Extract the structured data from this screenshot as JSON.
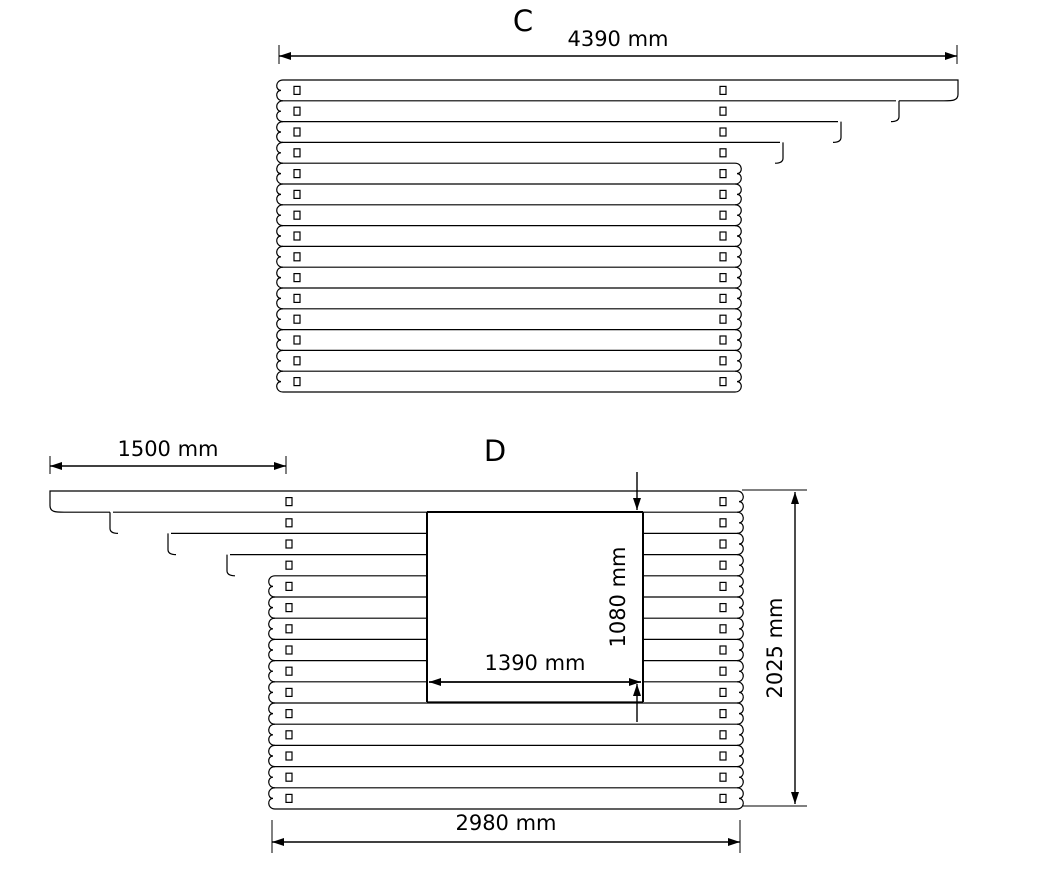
{
  "wall_c": {
    "letter": "C",
    "width_label": "4390 mm"
  },
  "wall_d": {
    "letter": "D",
    "overhang_label": "1500 mm",
    "height_label": "2025 mm",
    "width_label": "2980 mm",
    "opening_width_label": "1390 mm",
    "opening_height_label": "1080 mm"
  }
}
